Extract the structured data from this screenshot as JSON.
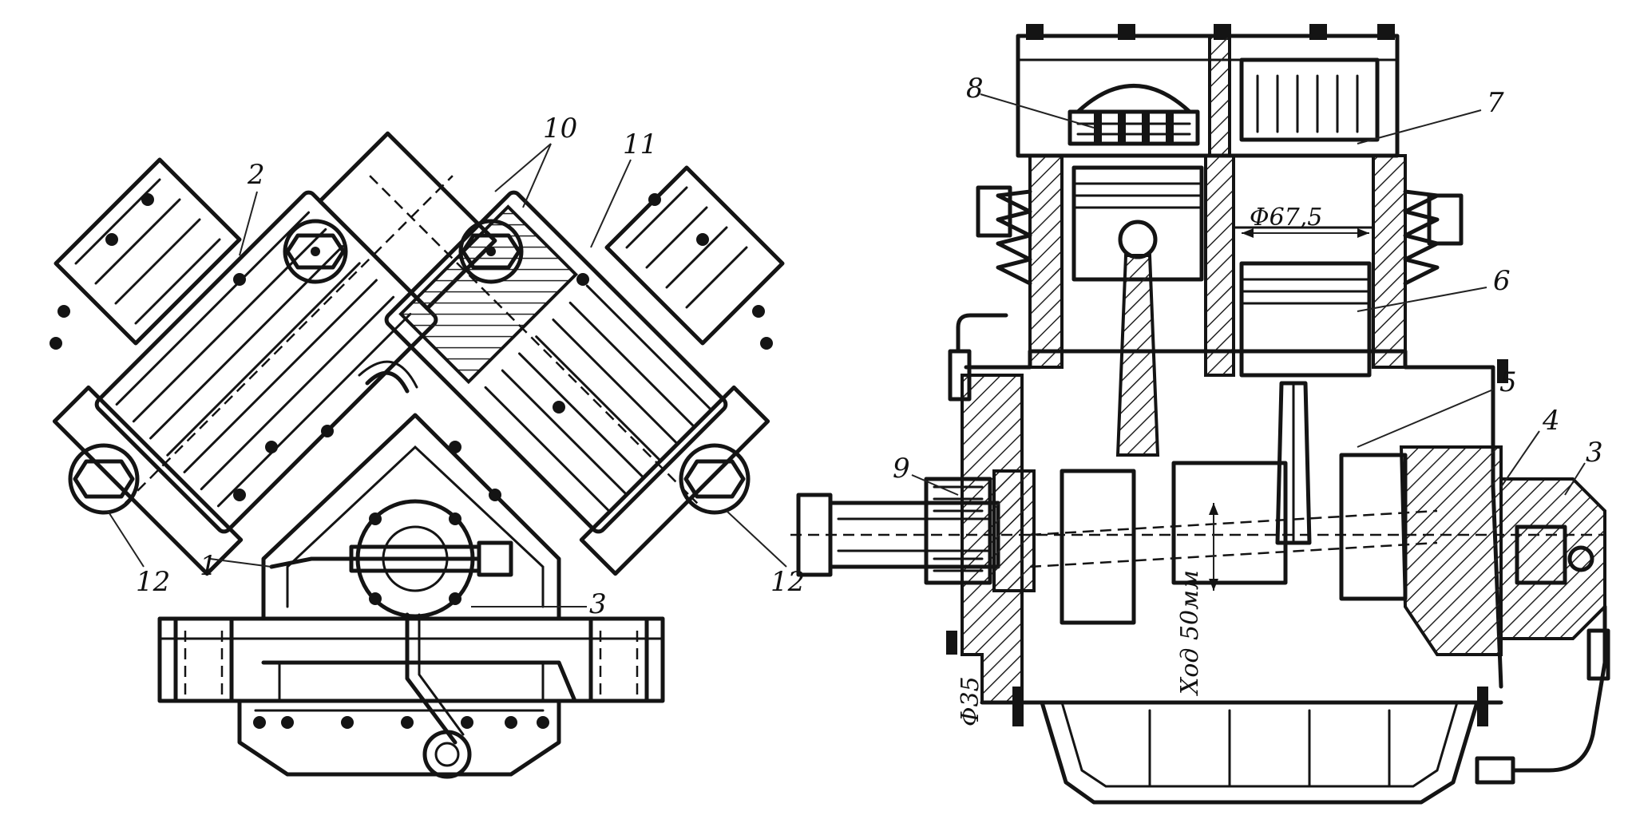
{
  "left_view": {
    "callouts": [
      {
        "id": "c2",
        "text": "2"
      },
      {
        "id": "c10",
        "text": "10"
      },
      {
        "id": "c11",
        "text": "11"
      },
      {
        "id": "c12a",
        "text": "12"
      },
      {
        "id": "c1",
        "text": "1"
      },
      {
        "id": "c3l",
        "text": "3"
      },
      {
        "id": "c12b",
        "text": "12"
      }
    ]
  },
  "right_view": {
    "callouts": [
      {
        "id": "c8",
        "text": "8"
      },
      {
        "id": "c7",
        "text": "7"
      },
      {
        "id": "c6",
        "text": "6"
      },
      {
        "id": "c5",
        "text": "5"
      },
      {
        "id": "c9",
        "text": "9"
      },
      {
        "id": "c4",
        "text": "4"
      },
      {
        "id": "c3r",
        "text": "3"
      }
    ],
    "dimensions": {
      "bore": "Φ67,5",
      "stroke": "Ход 50мм",
      "shaft": "Φ35"
    }
  }
}
